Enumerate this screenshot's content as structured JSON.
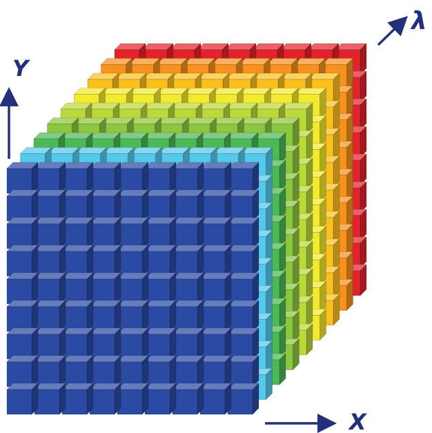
{
  "diagram": {
    "grid": {
      "columns": 9,
      "rows": 9,
      "layers": 9
    },
    "layer_colors": [
      "#2b4aa3",
      "#55c9ec",
      "#4cb856",
      "#8dc63f",
      "#bcd93a",
      "#f2ea2e",
      "#fbc020",
      "#f7921e",
      "#e2232b"
    ],
    "axis_color": "#23307a",
    "axes": {
      "x": {
        "label": "X",
        "direction": "right"
      },
      "y": {
        "label": "Y",
        "direction": "up"
      },
      "lambda": {
        "label": "λ",
        "direction": "depth"
      }
    }
  }
}
